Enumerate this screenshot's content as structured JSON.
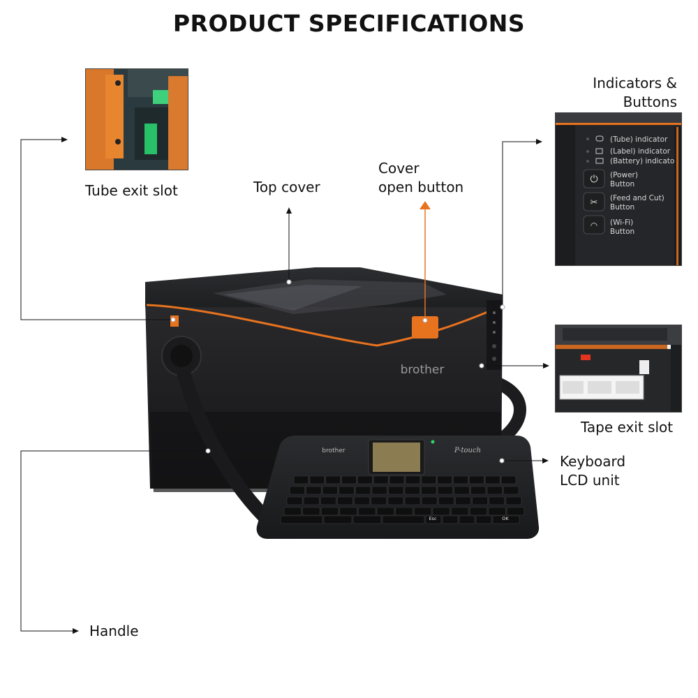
{
  "title": "PRODUCT SPECIFICATIONS",
  "labels": {
    "tube_exit_slot": "Tube exit slot",
    "top_cover": "Top cover",
    "cover_open_button": [
      "Cover",
      "open button"
    ],
    "indicators_buttons": [
      "Indicators &",
      "Buttons"
    ],
    "tape_exit_slot": "Tape exit slot",
    "keyboard_lcd_unit": [
      "Keyboard",
      "LCD unit"
    ],
    "handle": "Handle"
  },
  "indicators_panel": {
    "tube_indicator": "(Tube) indicator",
    "label_indicator": "(Label) indicator",
    "battery_indicator": "(Battery) indicator",
    "power_button": [
      "(Power)",
      "Button"
    ],
    "feed_cut_button": [
      "(Feed and Cut)",
      "Button"
    ],
    "wifi_button": [
      "(Wi-Fi)",
      "Button"
    ]
  },
  "brand": {
    "printer_logo": "brother",
    "keyboard_logo": "brother",
    "model_logo": "P-touch"
  },
  "keyboard_keys": {
    "esc": "Esc",
    "ok": "OK"
  },
  "colors": {
    "body": "#1f1f21",
    "accent_orange": "#e8731f",
    "arrow": "#111111",
    "inset_orange": "#d9772a",
    "inset_green": "#29c06a"
  }
}
